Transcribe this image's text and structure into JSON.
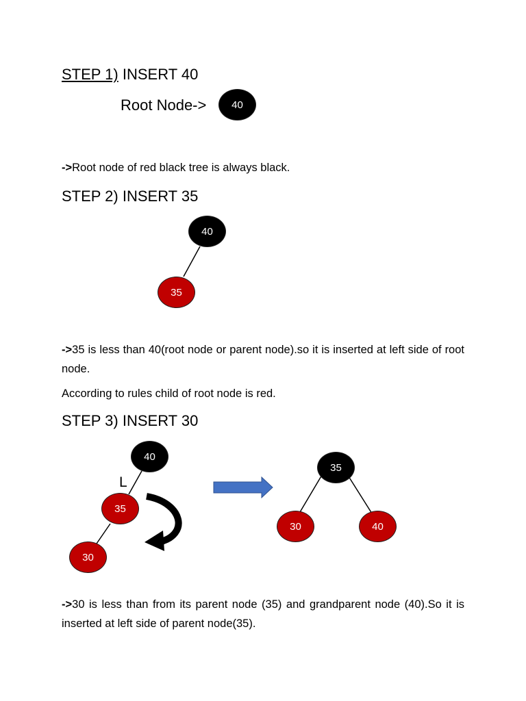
{
  "step1": {
    "prefix": "STEP 1)",
    "rest": " INSERT 40",
    "root_label": "Root Node->",
    "root_value": "40",
    "note_arrow": "->",
    "note": "Root node of red black tree is always black."
  },
  "step2": {
    "title": "STEP 2) INSERT 35",
    "nodes": {
      "parent": "40",
      "child": "35"
    },
    "note_arrow": "->",
    "note": "35 is less than 40(root node or parent node).so it is inserted at left side of root node.",
    "note2": "According to rules child of root node is red."
  },
  "step3": {
    "title": "STEP 3) INSERT 30",
    "before": {
      "grandparent": "40",
      "parent": "35",
      "child": "30",
      "edge_label": "L"
    },
    "after": {
      "root": "35",
      "left": "30",
      "right": "40"
    },
    "note_arrow": "->",
    "note": "30 is less than from its parent node (35) and grandparent node (40).So it is inserted at left side of parent node(35)."
  },
  "colors": {
    "black_node": "#000000",
    "red_node": "#c00000",
    "arrow": "#4472c4"
  }
}
